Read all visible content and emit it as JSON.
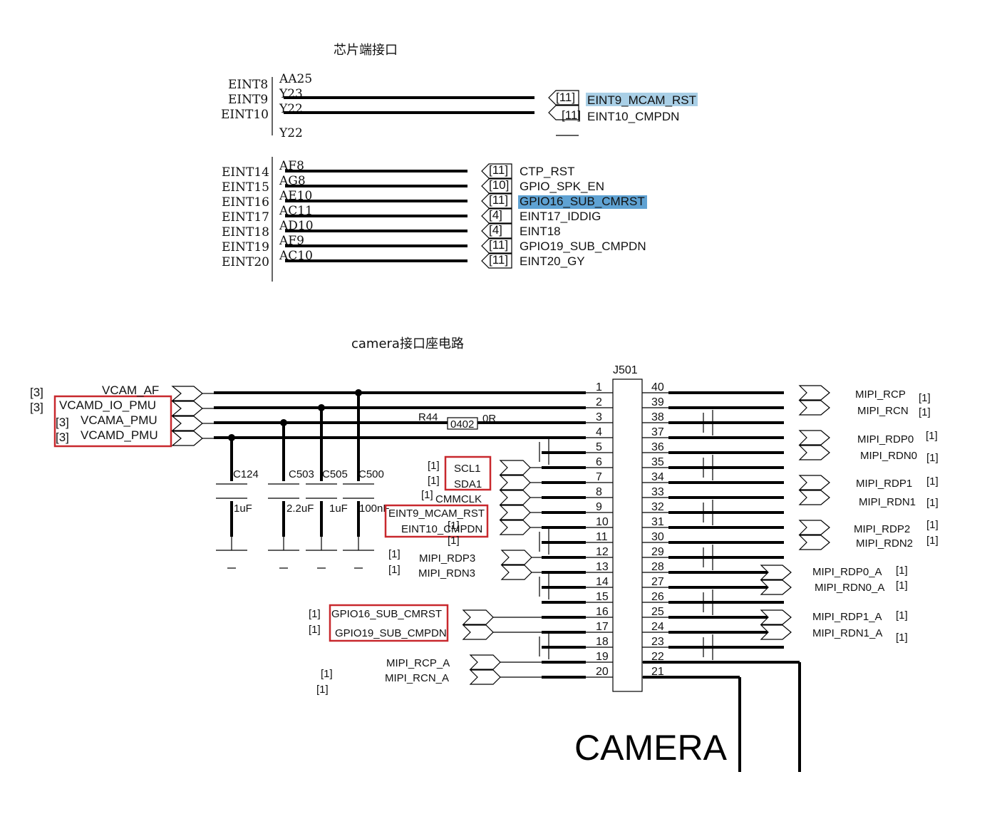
{
  "titles": {
    "chip_interface": "芯片端接口",
    "camera_circuit": "camera接口座电路"
  },
  "chip_group1": [
    {
      "pin": "EINT8",
      "ball": "AA25",
      "ref": "",
      "net": ""
    },
    {
      "pin": "EINT9",
      "ball": "Y23",
      "ref": "[11]",
      "net": "EINT9_MCAM_RST",
      "highlight": "light"
    },
    {
      "pin": "EINT10",
      "ball": "Y22",
      "ref": "[11]",
      "net": "EINT10_CMPDN"
    }
  ],
  "chip_group2": [
    {
      "pin": "EINT14",
      "ball": "AF8",
      "ref": "[11]",
      "net": "CTP_RST"
    },
    {
      "pin": "EINT15",
      "ball": "AG8",
      "ref": "[10]",
      "net": "GPIO_SPK_EN"
    },
    {
      "pin": "EINT16",
      "ball": "AE10",
      "ref": "[11]",
      "net": "GPIO16_SUB_CMRST",
      "highlight": "strong"
    },
    {
      "pin": "EINT17",
      "ball": "AC11",
      "ref": "[4]",
      "net": "EINT17_IDDIG"
    },
    {
      "pin": "EINT18",
      "ball": "AD10",
      "ref": "[4]",
      "net": "EINT18"
    },
    {
      "pin": "EINT19",
      "ball": "AF9",
      "ref": "[11]",
      "net": "GPIO19_SUB_CMPDN"
    },
    {
      "pin": "EINT20",
      "ball": "AC10",
      "ref": "[11]",
      "net": "EINT20_GY"
    }
  ],
  "connector": {
    "ref": "J501",
    "left_pins": [
      "1",
      "2",
      "3",
      "4",
      "5",
      "6",
      "7",
      "8",
      "9",
      "10",
      "11",
      "12",
      "13",
      "14",
      "15",
      "16",
      "17",
      "18",
      "19",
      "20"
    ],
    "right_pins": [
      "40",
      "39",
      "38",
      "37",
      "36",
      "35",
      "34",
      "33",
      "32",
      "31",
      "30",
      "29",
      "28",
      "27",
      "26",
      "25",
      "24",
      "23",
      "22",
      "21"
    ]
  },
  "power_nets": [
    {
      "ref": "[3]",
      "net": "VCAM_AF"
    },
    {
      "ref": "[3]",
      "net": "VCAMD_IO_PMU"
    },
    {
      "ref": "[3]",
      "net": "VCAMA_PMU"
    },
    {
      "ref": "[3]",
      "net": "VCAMD_PMU"
    }
  ],
  "resistor": {
    "ref": "R44",
    "package": "0402",
    "value": "0R"
  },
  "capacitors": [
    {
      "ref": "C124",
      "value": "1uF"
    },
    {
      "ref": "C503",
      "value": "2.2uF"
    },
    {
      "ref": "C505",
      "value": "1uF"
    },
    {
      "ref": "C500",
      "value": "100nF"
    }
  ],
  "left_signals": [
    {
      "ref": "[1]",
      "net": "SCL1"
    },
    {
      "ref": "[1]",
      "net": "SDA1"
    },
    {
      "ref": "[1]",
      "net": "CMMCLK"
    },
    {
      "ref": "",
      "net": "EINT9_MCAM_RST"
    },
    {
      "ref": "[1]",
      "net": "EINT10_CMPDN"
    },
    {
      "ref": "[1]",
      "net": ""
    },
    {
      "ref": "[1]",
      "net": "MIPI_RDP3"
    },
    {
      "ref": "[1]",
      "net": "MIPI_RDN3"
    },
    {
      "ref": "[1]",
      "net": "GPIO16_SUB_CMRST"
    },
    {
      "ref": "[1]",
      "net": "GPIO19_SUB_CMPDN"
    },
    {
      "ref": "[1]",
      "net": "MIPI_RCP_A"
    },
    {
      "ref": "[1]",
      "net": "MIPI_RCN_A"
    }
  ],
  "right_signals": [
    {
      "ref": "[1]",
      "net": "MIPI_RCP"
    },
    {
      "ref": "[1]",
      "net": "MIPI_RCN"
    },
    {
      "ref": "[1]",
      "net": "MIPI_RDP0"
    },
    {
      "ref": "[1]",
      "net": "MIPI_RDN0"
    },
    {
      "ref": "[1]",
      "net": "MIPI_RDP1"
    },
    {
      "ref": "[1]",
      "net": "MIPI_RDN1"
    },
    {
      "ref": "[1]",
      "net": "MIPI_RDP2"
    },
    {
      "ref": "[1]",
      "net": "MIPI_RDN2"
    },
    {
      "ref": "[1]",
      "net": "MIPI_RDP0_A"
    },
    {
      "ref": "[1]",
      "net": "MIPI_RDN0_A"
    },
    {
      "ref": "[1]",
      "net": "MIPI_RDP1_A"
    },
    {
      "ref": "[1]",
      "net": "MIPI_RDN1_A"
    }
  ],
  "camera_label": "CAMERA",
  "colors": {
    "highlight_light": "#a9cfe6",
    "highlight_strong": "#5fa2d3",
    "red_box": "#c8282d"
  }
}
